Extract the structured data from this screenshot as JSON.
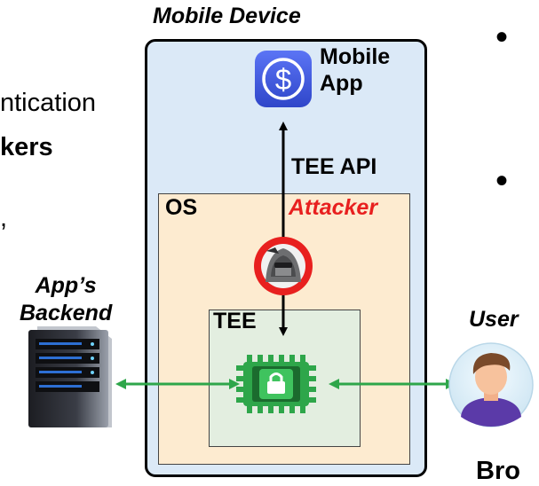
{
  "left_text": {
    "line1": "ntication",
    "line2": "kers",
    "line3": ","
  },
  "device": {
    "title": "Mobile Device"
  },
  "mobile_app": {
    "label_line1": "Mobile",
    "label_line2": "App",
    "icon": "dollar-app-icon"
  },
  "tee_api": {
    "label": "TEE API"
  },
  "os": {
    "label": "OS"
  },
  "attacker": {
    "label": "Attacker",
    "color": "#e8201f",
    "icon": "hooded-attacker-icon"
  },
  "tee": {
    "label": "TEE",
    "icon": "chip-lock-icon"
  },
  "backend": {
    "label_line1": "App’s",
    "label_line2": "Backend",
    "icon": "server-icon"
  },
  "user": {
    "label": "User",
    "icon": "user-avatar-icon"
  },
  "bottom_right_text": "Bro",
  "bullets": [
    "•",
    "•"
  ],
  "colors": {
    "device_bg": "#dbe9f7",
    "os_bg": "#fdebd0",
    "tee_bg": "#e3eee0",
    "green_arrow": "#2ea64a",
    "attacker_red": "#e8201f"
  }
}
